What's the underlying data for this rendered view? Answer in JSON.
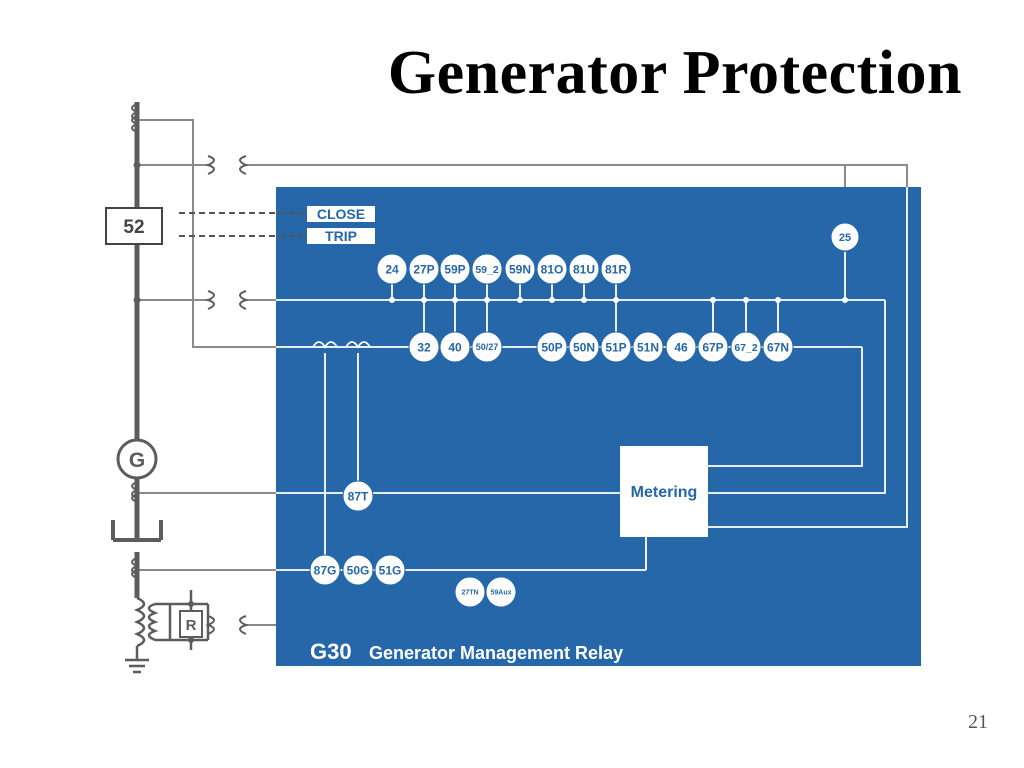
{
  "slide": {
    "title": "Generator Protection",
    "page_number": "21"
  },
  "colors": {
    "panel": "#2567a8",
    "line_on_panel": "#ffffff",
    "line_external": "#7a7a7a",
    "bus": "#5c5c5c",
    "box_border": "#444444"
  },
  "external": {
    "breaker_label": "52",
    "generator_label": "G",
    "resistor_label": "R"
  },
  "relay": {
    "model": "G30",
    "name": "Generator Management Relay",
    "close_label": "CLOSE",
    "trip_label": "TRIP",
    "metering_label": "Metering",
    "sync_function": "25",
    "voltage_row": [
      "24",
      "27P",
      "59P",
      "59_2",
      "59N",
      "81O",
      "81U",
      "81R"
    ],
    "current_row": [
      "32",
      "40",
      "50/27",
      "50P",
      "50N",
      "51P",
      "51N",
      "46",
      "67P",
      "67_2",
      "67N"
    ],
    "differential": "87T",
    "ground_row": [
      "87G",
      "50G",
      "51G"
    ],
    "aux_row": [
      "27TN",
      "59Aux"
    ]
  }
}
